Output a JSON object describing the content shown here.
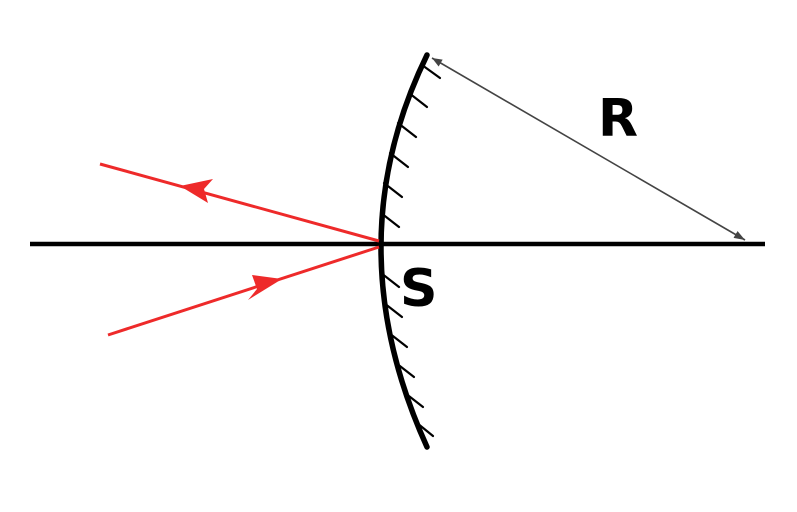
{
  "labels": {
    "radius": "R",
    "vertex": "S"
  },
  "colors": {
    "ray": "#ee2a2a",
    "line": "#000000",
    "background": "#ffffff"
  },
  "elements": {
    "mirror": "concave-mirror",
    "axis": "optical-axis",
    "incident_ray": "incident-ray-with-arrow",
    "reflected_ray": "reflected-ray-with-arrow",
    "radius_indicator": "double-headed-arrow"
  }
}
